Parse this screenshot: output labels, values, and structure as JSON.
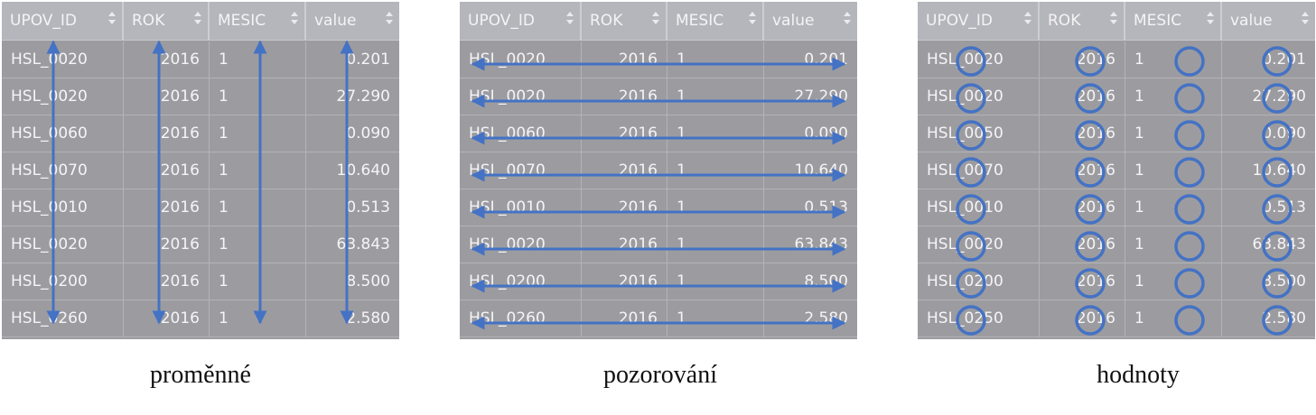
{
  "panels": [
    {
      "caption": "proměnné",
      "columns": [
        "UPOV_ID",
        "ROK",
        "MESIC",
        "value"
      ],
      "rows": [
        [
          "HSL_0020",
          "2016",
          "1",
          "0.201"
        ],
        [
          "HSL_0020",
          "2016",
          "1",
          "27.290"
        ],
        [
          "HSL_0060",
          "2016",
          "1",
          "0.090"
        ],
        [
          "HSL_0070",
          "2016",
          "1",
          "10.640"
        ],
        [
          "HSL_0010",
          "2016",
          "1",
          "0.513"
        ],
        [
          "HSL_0020",
          "2016",
          "1",
          "63.843"
        ],
        [
          "HSL_0200",
          "2016",
          "1",
          "8.500"
        ],
        [
          "HSL_0260",
          "2016",
          "1",
          "2.580"
        ]
      ]
    },
    {
      "caption": "pozorování",
      "columns": [
        "UPOV_ID",
        "ROK",
        "MESIC",
        "value"
      ],
      "rows": [
        [
          "HSL_0020",
          "2016",
          "1",
          "0.201"
        ],
        [
          "HSL_0020",
          "2016",
          "1",
          "27.290"
        ],
        [
          "HSL_0060",
          "2016",
          "1",
          "0.090"
        ],
        [
          "HSL_0070",
          "2016",
          "1",
          "10.640"
        ],
        [
          "HSL_0010",
          "2016",
          "1",
          "0.513"
        ],
        [
          "HSL_0020",
          "2016",
          "1",
          "63.843"
        ],
        [
          "HSL_0200",
          "2016",
          "1",
          "8.500"
        ],
        [
          "HSL_0260",
          "2016",
          "1",
          "2.580"
        ]
      ]
    },
    {
      "caption": "hodnoty",
      "columns": [
        "UPOV_ID",
        "ROK",
        "MESIC",
        "value"
      ],
      "rows": [
        [
          "HSL_0020",
          "2016",
          "1",
          "0.201"
        ],
        [
          "HSL_0020",
          "2016",
          "1",
          "27.290"
        ],
        [
          "HSL_0050",
          "2016",
          "1",
          "0.090"
        ],
        [
          "HSL_0070",
          "2016",
          "1",
          "10.640"
        ],
        [
          "HSL_0010",
          "2016",
          "1",
          "0.513"
        ],
        [
          "HSL_0020",
          "2016",
          "1",
          "63.843"
        ],
        [
          "HSL_0200",
          "2016",
          "1",
          "8.500"
        ],
        [
          "HSL_0250",
          "2016",
          "1",
          "2.580"
        ]
      ]
    }
  ],
  "colors": {
    "annotation": "#4472c4",
    "cell_bg": "#9c9ca0",
    "header_bg": "#b4b6bc"
  }
}
